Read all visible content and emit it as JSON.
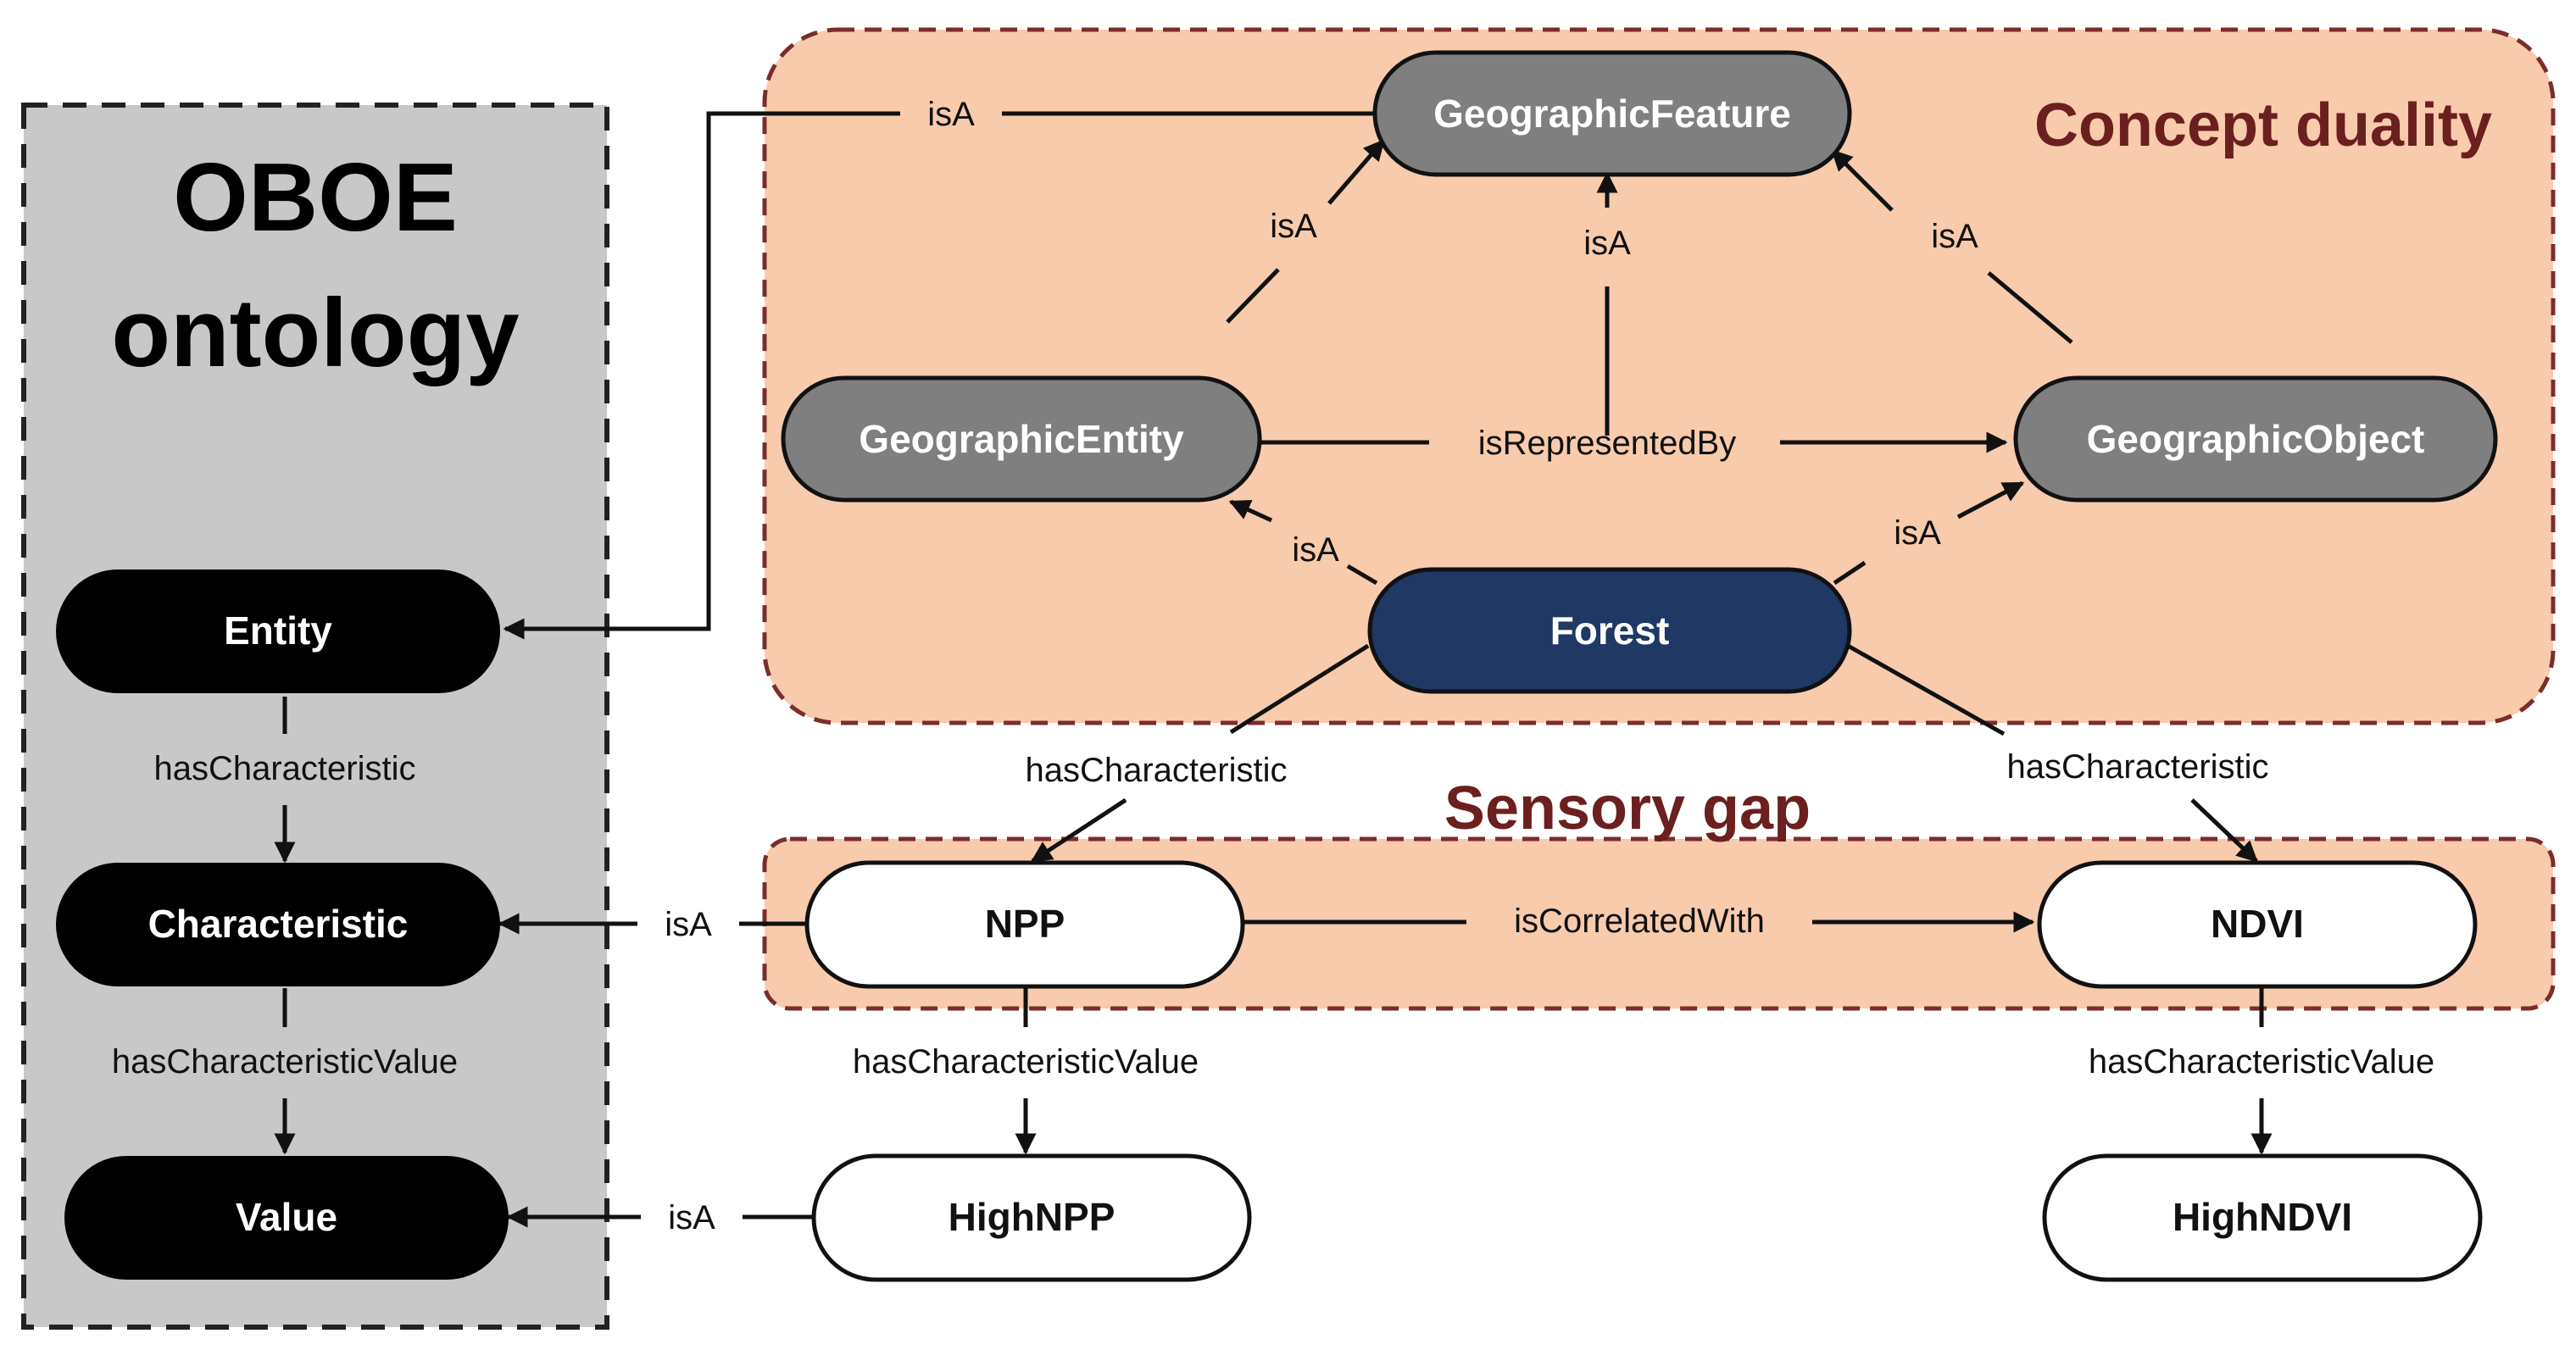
{
  "colors": {
    "ontology_panel": "#c8c8c8",
    "region_fill": "#f8cbad",
    "region_border": "#7b2c2c",
    "node_black": "#000000",
    "node_gray": "#7f7f7f",
    "node_navy": "#1f3864",
    "node_white": "#ffffff",
    "region_title": "#6b1f1f"
  },
  "ontology_panel": {
    "title_line1": "OBOE",
    "title_line2": "ontology"
  },
  "regions": {
    "concept_duality": "Concept duality",
    "sensory_gap": "Sensory gap"
  },
  "nodes": {
    "entity": "Entity",
    "characteristic": "Characteristic",
    "value": "Value",
    "geographic_feature": "GeographicFeature",
    "geographic_entity": "GeographicEntity",
    "geographic_object": "GeographicObject",
    "forest": "Forest",
    "npp": "NPP",
    "ndvi": "NDVI",
    "high_npp": "HighNPP",
    "high_ndvi": "HighNDVI"
  },
  "edge_labels": {
    "isa_feature_entity": "isA",
    "isa_entity_to_feature": "isA",
    "isa_forest_to_feature": "isA",
    "isa_object_to_feature": "isA",
    "is_represented_by": "isRepresentedBy",
    "isa_forest_to_entity": "isA",
    "isa_forest_to_object": "isA",
    "has_characteristic_oboe": "hasCharacteristic",
    "has_characteristic_value_oboe": "hasCharacteristicValue",
    "has_characteristic_npp": "hasCharacteristic",
    "has_characteristic_ndvi": "hasCharacteristic",
    "isa_npp_characteristic": "isA",
    "is_correlated_with": "isCorrelatedWith",
    "has_characteristic_value_npp": "hasCharacteristicValue",
    "has_characteristic_value_ndvi": "hasCharacteristicValue",
    "isa_highnpp_value": "isA"
  }
}
